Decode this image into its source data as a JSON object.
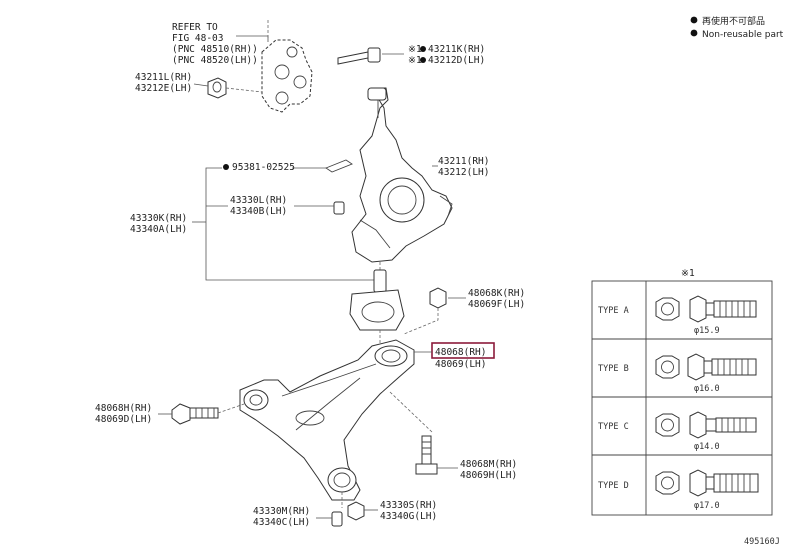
{
  "legend": {
    "reuse_limited": "再使用不可部品",
    "non_reusable": "Non-reusable part"
  },
  "refer": {
    "line1": "REFER TO",
    "line2": "FIG 48-03",
    "line3": "(PNC 48510(RH))",
    "line4": "(PNC 48520(LH))"
  },
  "labels": {
    "p43211K": "43211K(RH)",
    "p43212D": "43212D(LH)",
    "mark_x1": "※1",
    "p43211L": "43211L(RH)",
    "p43212E": "43212E(LH)",
    "p95381": "95381-02525",
    "p43211": "43211(RH)",
    "p43212": "43212(LH)",
    "p43330L": "43330L(RH)",
    "p43340B": "43340B(LH)",
    "p43330K": "43330K(RH)",
    "p43340A": "43340A(LH)",
    "p48068K": "48068K(RH)",
    "p48069F": "48069F(LH)",
    "p48068": "48068(RH)",
    "p48069": "48069(LH)",
    "p48068H": "48068H(RH)",
    "p48069D": "48069D(LH)",
    "p48068M": "48068M(RH)",
    "p48069H": "48069H(LH)",
    "p43330M": "43330M(RH)",
    "p43340C": "43340C(LH)",
    "p43330S": "43330S(RH)",
    "p43340G": "43340G(LH)"
  },
  "type_table": {
    "header": "※1",
    "rows": [
      {
        "type": "TYPE A",
        "dia": "φ15.9"
      },
      {
        "type": "TYPE B",
        "dia": "φ16.0"
      },
      {
        "type": "TYPE C",
        "dia": "φ14.0"
      },
      {
        "type": "TYPE D",
        "dia": "φ17.0"
      }
    ]
  },
  "figure_id": "495160J",
  "colors": {
    "highlight_box": "#8b1a3a"
  }
}
